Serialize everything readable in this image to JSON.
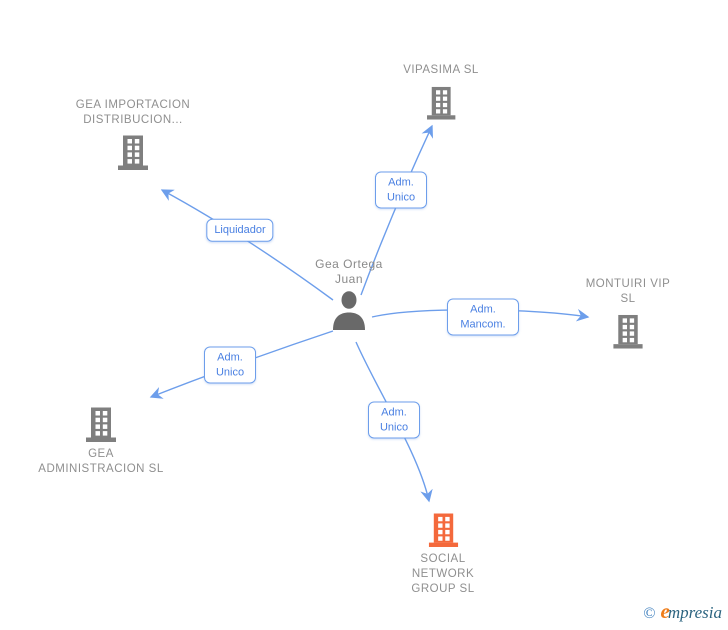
{
  "diagram": {
    "person": {
      "name": "Gea Ortega Juan",
      "icon": "person-icon"
    },
    "companies": [
      {
        "name": "VIPASIMA SL",
        "icon": "building-icon",
        "highlighted": false
      },
      {
        "name": "GEA IMPORTACION DISTRIBUCION...",
        "icon": "building-icon",
        "highlighted": false
      },
      {
        "name": "MONTUIRI VIP SL",
        "icon": "building-icon",
        "highlighted": false
      },
      {
        "name": "GEA ADMINISTRACION SL",
        "icon": "building-icon",
        "highlighted": false
      },
      {
        "name": "SOCIAL NETWORK GROUP SL",
        "icon": "building-icon",
        "highlighted": true
      }
    ],
    "edges": [
      {
        "label": "Adm. Unico",
        "from": "Gea Ortega Juan",
        "to": "VIPASIMA SL"
      },
      {
        "label": "Liquidador",
        "from": "Gea Ortega Juan",
        "to": "GEA IMPORTACION DISTRIBUCION..."
      },
      {
        "label": "Adm. Mancom.",
        "from": "Gea Ortega Juan",
        "to": "MONTUIRI VIP SL"
      },
      {
        "label": "Adm. Unico",
        "from": "Gea Ortega Juan",
        "to": "GEA ADMINISTRACION SL"
      },
      {
        "label": "Adm. Unico",
        "from": "Gea Ortega Juan",
        "to": "SOCIAL NETWORK GROUP SL"
      }
    ]
  },
  "footer": {
    "copyright": "©",
    "brand_initial": "e",
    "brand_rest": "mpresia"
  },
  "colors": {
    "edge_blue": "#6d9eeb",
    "label_text_blue": "#4a80e2",
    "node_gray": "#7f7f7f",
    "person_gray": "#696969",
    "text_gray": "#8f8f8f",
    "highlight_orange": "#f4693c",
    "logo_copyright_blue": "#3a7dbd",
    "logo_e_orange": "#ef7d1a",
    "logo_text_teal": "#2c6480"
  }
}
